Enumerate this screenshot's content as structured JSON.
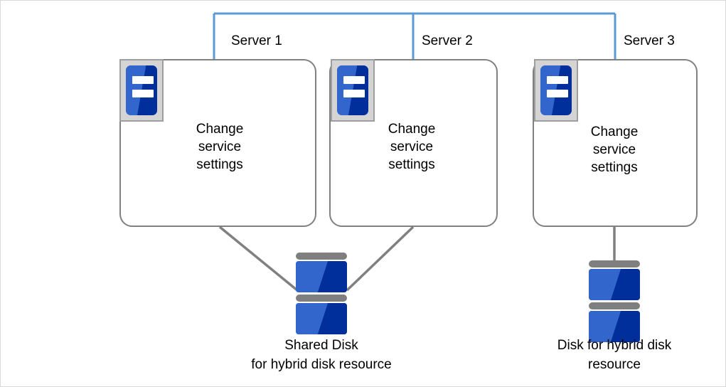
{
  "diagram": {
    "title": "Hybrid disk resource server and disk layout",
    "colors": {
      "link_blue": "#5b9bd5",
      "connector_gray": "#808080",
      "icon_light_blue": "#3366cc",
      "icon_dark_blue": "#002f9b",
      "icon_frame_gray": "#d4d4d4",
      "disk_bar_gray": "#7f7f7f",
      "canvas_border": "#d9d9d9"
    },
    "servers": [
      {
        "id": "server-1",
        "caption": "Server 1",
        "body_text": "Change\nservice\nsettings",
        "icon": "server-icon"
      },
      {
        "id": "server-2",
        "caption": "Server 2",
        "body_text": "Change\nservice\nsettings",
        "icon": "server-icon"
      },
      {
        "id": "server-3",
        "caption": "Server 3",
        "body_text": "Change\nservice\nsettings",
        "icon": "server-icon"
      }
    ],
    "disks": [
      {
        "id": "shared-disk",
        "caption": "Shared Disk\nfor hybrid disk resource",
        "icon": "disk-stack-icon",
        "connected_to": [
          "server-1",
          "server-2"
        ]
      },
      {
        "id": "hybrid-disk",
        "caption": "Disk for hybrid disk\nresource",
        "icon": "disk-stack-icon",
        "connected_to": [
          "server-3"
        ]
      }
    ],
    "network_link": {
      "id": "interconnect-bus",
      "label": "",
      "connects": [
        "server-1",
        "server-2",
        "server-3"
      ]
    }
  }
}
